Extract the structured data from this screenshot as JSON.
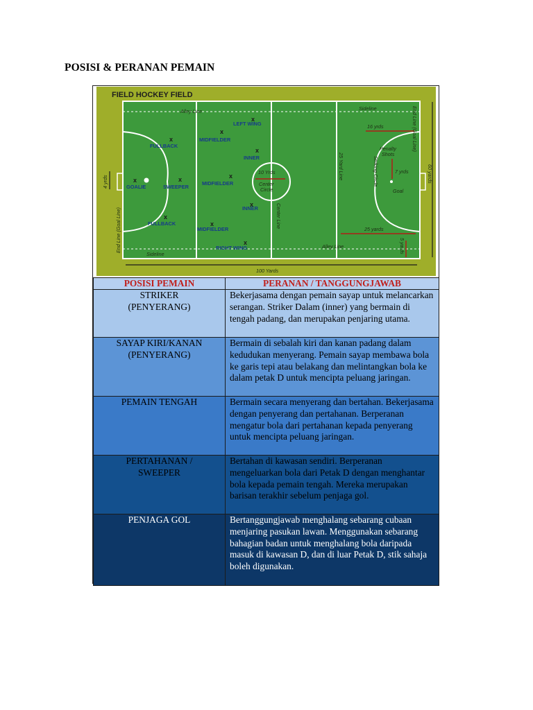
{
  "document": {
    "title": "POSISI & PERANAN PEMAIN"
  },
  "field": {
    "heading": "FIELD HOCKEY FIELD",
    "labels": {
      "alley_top": "Alley Line",
      "sideline_top": "Sideline",
      "left_wing": "LEFT WING",
      "midfielder_top": "MIDFIELDER",
      "fullback_top": "FULLBACK",
      "inner_top": "INNER",
      "goalie": "GOALIE",
      "sweeper": "SWEEPER",
      "midfielder_center": "MIDFIELDER",
      "inner_bottom": "INNER",
      "fullback_bottom": "FULLBACK",
      "midfielder_bottom": "MIDFIELDER",
      "right_wing": "RIGHT WING",
      "sideline_bottom": "Sideline",
      "alley_bottom": "Alley Line",
      "center_circle_a": "10 Yrds",
      "center_circle_b": "Center",
      "center_circle_c": "Circle",
      "center_line": "Center Line",
      "yard_line": "25 Yard Line",
      "striking_circle": "Striking Circle",
      "penalty_a": "Penalty",
      "penalty_b": "Shots",
      "sixteen_yards": "16 yrds",
      "seven_yards": "7 yrds",
      "goal": "Goal",
      "twentyfive_yards": "25 yards",
      "five_yards": "5 yards",
      "sixty_yards": "60 yards",
      "end_line_left": "End Line (Goal Line)",
      "end_line_right": "End Line (Goal Line)",
      "four_yards": "4 yrds",
      "hundred_yards": "100 Yards"
    }
  },
  "table": {
    "headers": [
      "POSISI PEMAIN",
      "PERANAN / TANGGUNGJAWAB"
    ],
    "colors": [
      "#a9c8ec",
      "#5c94d6",
      "#3a7ac8",
      "#13508e",
      "#0d3767"
    ],
    "text_colors": [
      "#000000",
      "#000000",
      "#000000",
      "#000000",
      "#ffffff"
    ],
    "rows": [
      {
        "position": "STRIKER\n(PENYERANG)",
        "role": "Bekerjasama dengan pemain sayap untuk melancarkan serangan. Striker Dalam (inner) yang bermain di tengah padang, dan merupakan penjaring utama."
      },
      {
        "position": "SAYAP KIRI/KANAN\n(PENYERANG)",
        "role": "Bermain di sebalah kiri dan kanan padang dalam kedudukan menyerang. Pemain sayap membawa bola ke garis tepi atau belakang dan melintangkan bola ke dalam petak D untuk mencipta peluang jaringan."
      },
      {
        "position": "PEMAIN TENGAH",
        "role": "Bermain secara menyerang dan bertahan. Bekerjasama dengan penyerang dan pertahanan. Berperanan mengatur bola dari pertahanan kepada penyerang untuk mencipta peluang jaringan."
      },
      {
        "position": "PERTAHANAN /\nSWEEPER",
        "role": "Bertahan di kawasan sendiri. Berperanan mengeluarkan bola dari Petak D dengan menghantar bola kepada pemain tengah. Mereka merupakan barisan terakhir sebelum penjaga gol."
      },
      {
        "position": "PENJAGA GOL",
        "role": "Bertanggungjawab menghalang sebarang cubaan menjaring pasukan lawan. Menggunakan sebarang bahagian badan untuk menghalang bola daripada masuk di kawasan D, dan di luar Petak D, stik sahaja boleh digunakan."
      }
    ],
    "row_heights": [
      69,
      85,
      85,
      85,
      103
    ]
  }
}
